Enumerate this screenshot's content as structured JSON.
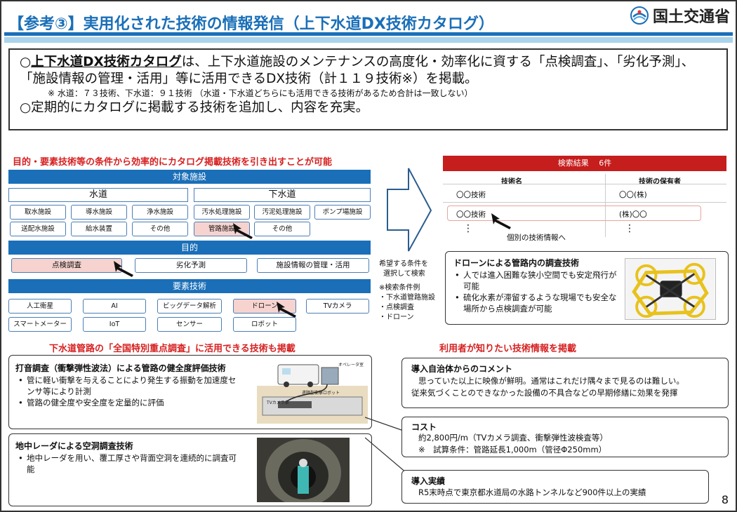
{
  "header": {
    "title": "【参考③】実用化された技術の情報発信（上下水道DX技術カタログ）",
    "ministry": "国土交通省"
  },
  "intro": {
    "line1_bullet": "○",
    "line1_highlight": "上下水道DX技術カタログ",
    "line1_rest": "は、上下水道施設のメンテナンスの高度化・効率化に資する「点検調査」、「劣化予測」、",
    "line2": "「施設情報の管理・活用」等に活用できるDX技術（計１１９技術※）を掲載。",
    "note": "※ 水道：７３技術、下水道：９１技術 （水道・下水道どちらにも活用できる技術があるため合計は一致しない）",
    "line3": "○定期的にカタログに掲載する技術を追加し、内容を充実。"
  },
  "search_panel": {
    "caption": "目的・要素技術等の条件から効率的にカタログ掲載技術を引き出すことが可能",
    "facility_header": "対象施設",
    "water_header": "水道",
    "sewer_header": "下水道",
    "water_items": [
      "取水施設",
      "導水施設",
      "浄水施設",
      "送配水施設",
      "給水装置",
      "その他"
    ],
    "sewer_items": [
      "汚水処理施設",
      "汚泥処理施設",
      "ポンプ場施設",
      "管路施設",
      "その他"
    ],
    "purpose_header": "目的",
    "purpose_items": [
      "点検調査",
      "劣化予測",
      "施設情報の管理・活用"
    ],
    "tech_header": "要素技術",
    "tech_items": [
      "人工衛星",
      "AI",
      "ビッグデータ解析",
      "ドローン",
      "TVカメラ",
      "スマートメーター",
      "IoT",
      "センサー",
      "ロボット"
    ]
  },
  "side_note": {
    "line1": "希望する条件を",
    "line2": "選択して検索",
    "example_title": "※検索条件例",
    "examples": [
      "・下水道管路施設",
      "・点検調査",
      "・ドローン"
    ]
  },
  "results": {
    "header": "検索結果　 6件",
    "col_name": "技術名",
    "col_owner": "技術の保有者",
    "rows": [
      {
        "name": "〇〇技術",
        "owner": "〇〇(株)"
      },
      {
        "name": "〇〇技術",
        "owner": "(株)〇〇"
      }
    ],
    "ellipsis": "⋮",
    "detail_link": "個別の技術情報へ"
  },
  "drone_box": {
    "title": "ドローンによる管路内の調査技術",
    "bullets": [
      "人では進入困難な狭小空間でも安定飛行が可能",
      "硫化水素が滞留するような現場でも安全な場所から点検調査が可能"
    ]
  },
  "left_caption": "下水道管路の「全国特別重点調査」に活用できる技術も掲載",
  "right_caption": "利用者が知りたい技術情報を掲載",
  "impact_box": {
    "title": "打音調査（衝撃弾性波法）による管路の健全度評価技術",
    "bullets": [
      "管に軽い衝撃を与えることにより発生する振動を加速度センサ等により計測",
      "管路の健全度や安全度を定量的に評価"
    ],
    "fig_labels": [
      "オペレータ室",
      "TVカメラ車",
      "遠隔型衝撃ロボット"
    ]
  },
  "radar_box": {
    "title": "地中レーダによる空洞調査技術",
    "bullets": [
      "地中レーダを用い、覆工厚さや背面空洞を連続的に調査可能"
    ]
  },
  "comment_box": {
    "title": "導入自治体からのコメント",
    "text1": "思っていた以上に映像が鮮明。通常はこれだけ隅々まで見るのは難しい。",
    "text2": "従来気づくことのできなかった設備の不具合などの早期修繕に効果を発揮"
  },
  "cost_box": {
    "title": "コスト",
    "line1": "約2,800円/m（TVカメラ調査、衝撃弾性波検査等）",
    "line2": "※　試算条件：管路延長1,000m（管径Φ250mm）"
  },
  "record_box": {
    "title": "導入実績",
    "text": "R5末時点で東京都水道局の水路トンネルなど900件以上の実績"
  },
  "page_number": "8",
  "colors": {
    "brand_blue": "#1a6fb8",
    "accent_red": "#c61d1d",
    "selected_chip": "#f6d3cf"
  }
}
